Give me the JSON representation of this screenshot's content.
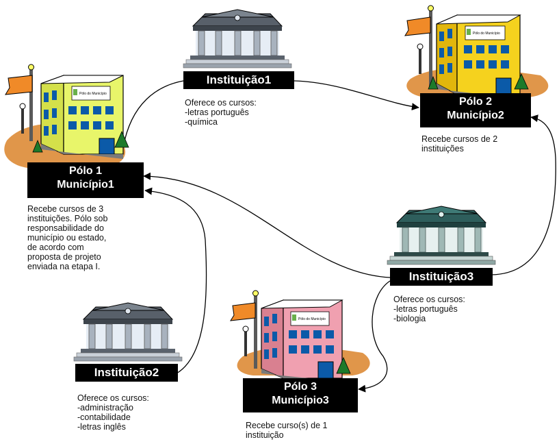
{
  "sign_text": "Pólo do Município",
  "colors": {
    "polo1": "#e8f56a",
    "polo2": "#f5d21e",
    "polo3": "#f0a0b0",
    "window": "#0b5aa8",
    "shadow": "#e0964a",
    "flag": "#f08a28",
    "inst_roof_gray": "#58606a",
    "inst_roof_teal": "#2e5e5c",
    "label_bg": "#000000"
  },
  "instituicao1": {
    "name": "Instituição1",
    "note": [
      "Oferece os cursos:",
      "-letras português",
      "-química"
    ]
  },
  "instituicao2": {
    "name": "Instituição2",
    "note": [
      "Oferece os cursos:",
      "-administração",
      "-contabilidade",
      "-letras inglês"
    ]
  },
  "instituicao3": {
    "name": "Instituição3",
    "note": [
      "Oferece os cursos:",
      "-letras português",
      "-biologia"
    ]
  },
  "polo1": {
    "line1": "Pólo 1",
    "line2": "Município1",
    "note": [
      "Recebe cursos de 3",
      "instituições. Pólo sob",
      "responsabilidade do",
      "município ou estado,",
      "de acordo com",
      "proposta de projeto",
      "enviada na etapa I."
    ]
  },
  "polo2": {
    "line1": "Pólo 2",
    "line2": "Município2",
    "note": [
      "Recebe cursos de 2",
      "instituições"
    ]
  },
  "polo3": {
    "line1": "Pólo 3",
    "line2": "Município3",
    "note": [
      "Recebe curso(s) de 1",
      "instituição"
    ]
  }
}
